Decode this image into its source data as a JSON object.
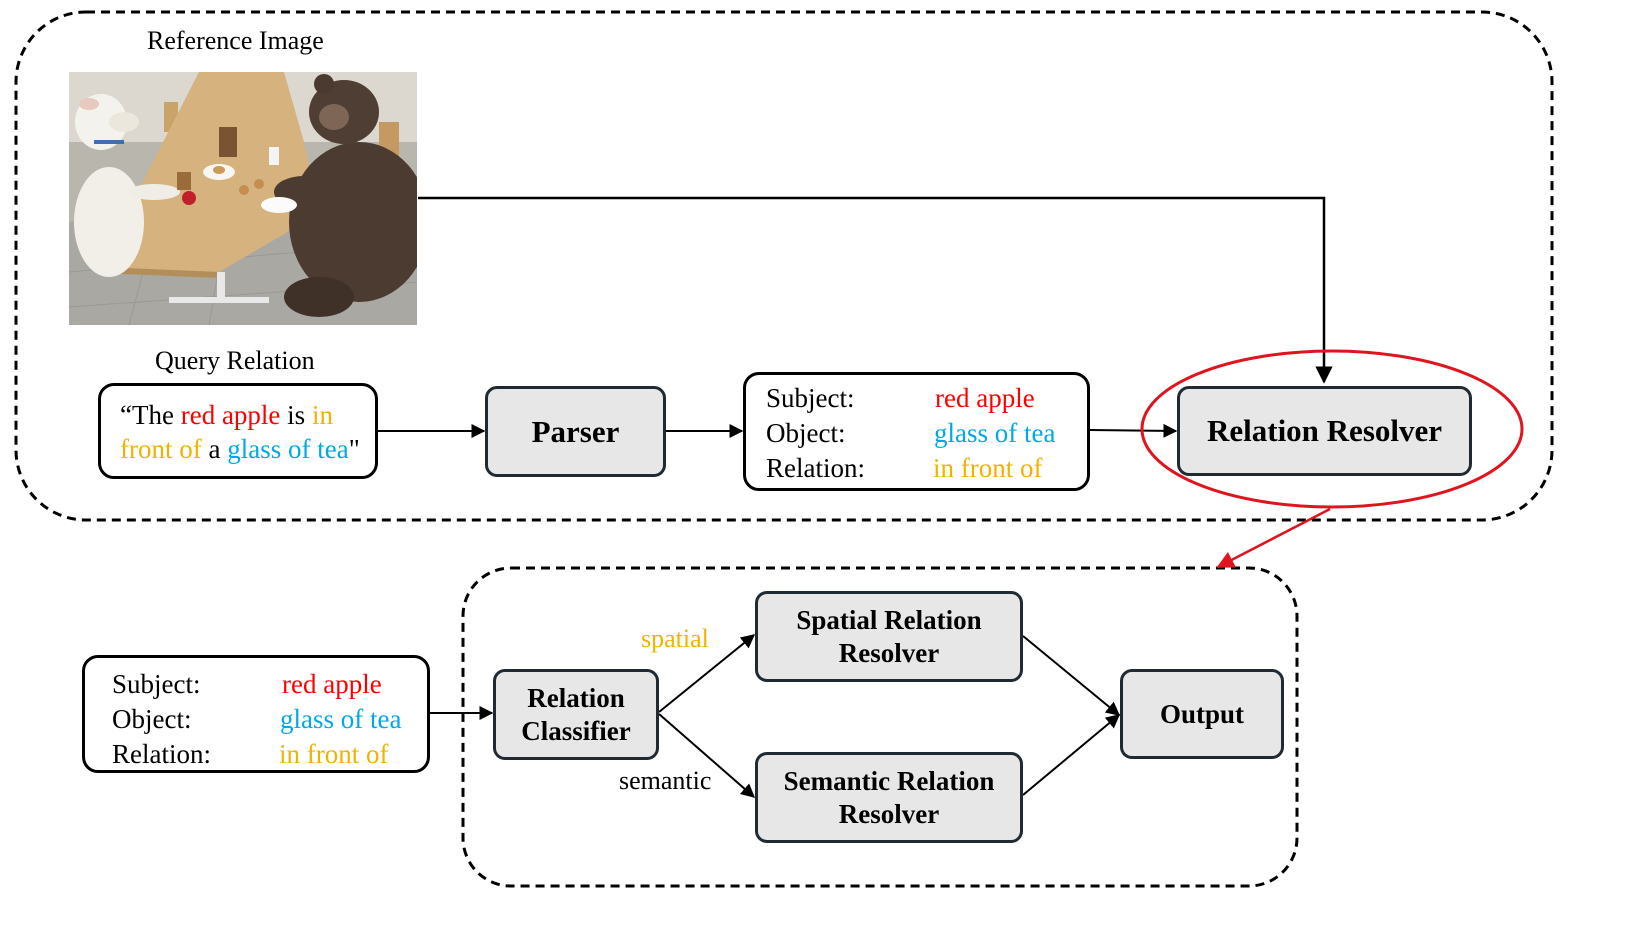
{
  "colors": {
    "subject": "#ff0000",
    "relation": "#f0b400",
    "object": "#00a8e8",
    "highlight_ring": "#e0141e",
    "node_fill": "#e7e7e7"
  },
  "top_panel": {
    "reference_image": {
      "label": "Reference Image",
      "image_description": "photo"
    },
    "query_relation": {
      "label": "Query Relation",
      "open_quote": "“The ",
      "subject": "red apple",
      "is": " is ",
      "relation_part1": "in",
      "relation_part2": "front of",
      "a": " a ",
      "object": "glass of tea",
      "close_quote": "\""
    },
    "parser_label": "Parser",
    "parsed": {
      "subject_key": "Subject:",
      "subject_val": "red apple",
      "object_key": "Object:",
      "object_val": "glass of tea",
      "relation_key": "Relation:",
      "relation_val": "in front of"
    },
    "relation_resolver_label": "Relation Resolver"
  },
  "bottom_panel": {
    "parsed": {
      "subject_key": "Subject:",
      "subject_val": "red apple",
      "object_key": "Object:",
      "object_val": "glass of tea",
      "relation_key": "Relation:",
      "relation_val": "in front of"
    },
    "relation_classifier": {
      "line1": "Relation",
      "line2": "Classifier"
    },
    "spatial_label": "spatial",
    "semantic_label": "semantic",
    "spatial_resolver": {
      "line1": "Spatial Relation",
      "line2": "Resolver"
    },
    "semantic_resolver": {
      "line1": "Semantic Relation",
      "line2": "Resolver"
    },
    "output_label": "Output"
  }
}
